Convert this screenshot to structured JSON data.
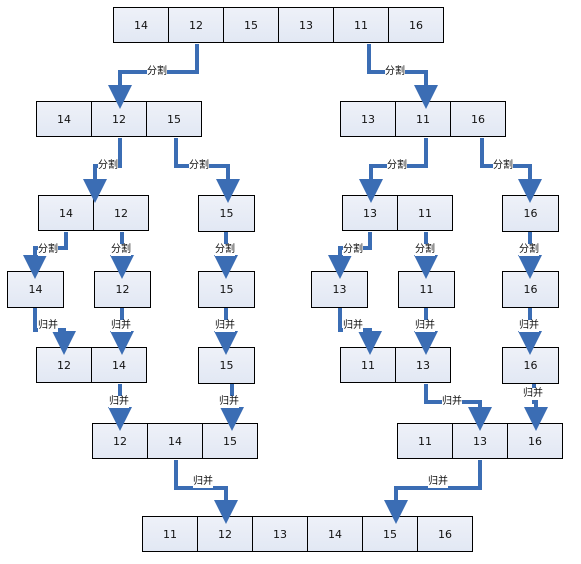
{
  "labels": {
    "split": "分割",
    "merge": "归并"
  },
  "colors": {
    "arrow": "#3b6db4",
    "cell_border": "#000000"
  },
  "level0": [
    "14",
    "12",
    "15",
    "13",
    "11",
    "16"
  ],
  "level1_left": [
    "14",
    "12",
    "15"
  ],
  "level1_right": [
    "13",
    "11",
    "16"
  ],
  "level2_left_pair": [
    "14",
    "12"
  ],
  "level2_left_single": "15",
  "level2_right_pair": [
    "13",
    "11"
  ],
  "level2_right_single": "16",
  "level3": {
    "a": "14",
    "b": "12",
    "c": "15",
    "d": "13",
    "e": "11",
    "f": "16"
  },
  "merged_left_pair": [
    "12",
    "14"
  ],
  "merged_left_single": "15",
  "merged_right_pair": [
    "11",
    "13"
  ],
  "merged_right_single": "16",
  "merged_left3": [
    "12",
    "14",
    "15"
  ],
  "merged_right3": [
    "11",
    "13",
    "16"
  ],
  "final": [
    "11",
    "12",
    "13",
    "14",
    "15",
    "16"
  ]
}
